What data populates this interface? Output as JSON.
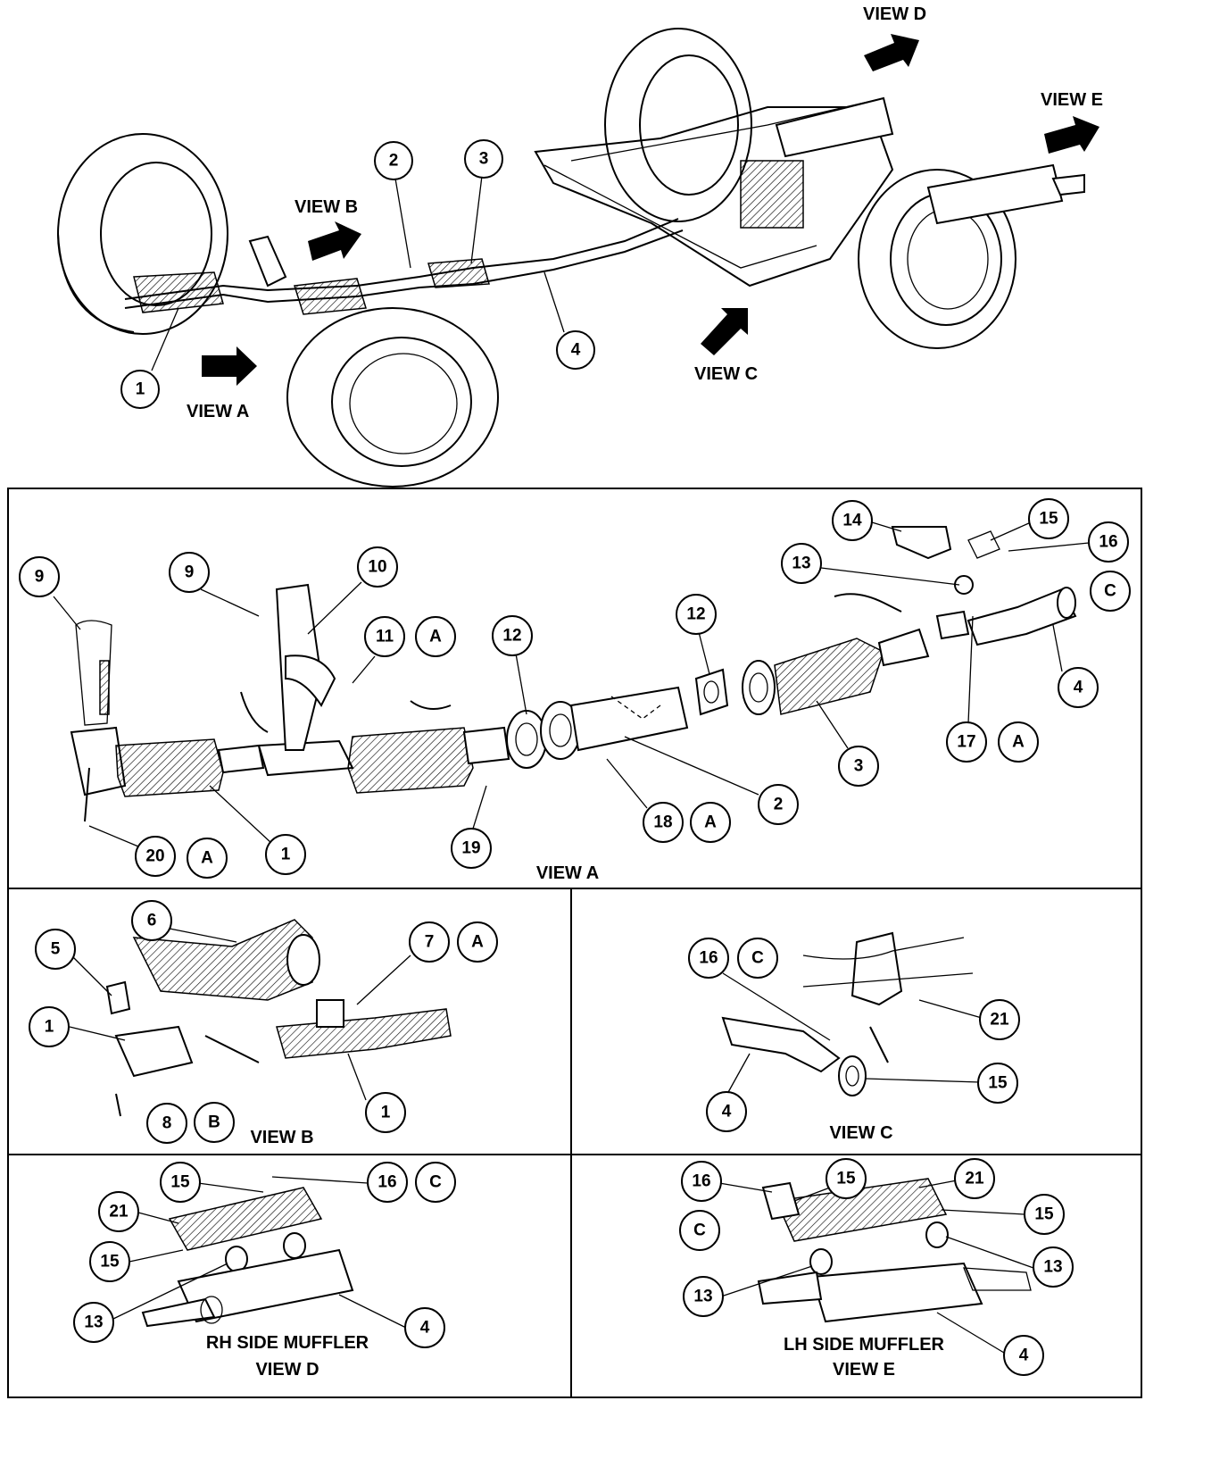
{
  "overview": {
    "view_labels": [
      "VIEW A",
      "VIEW B",
      "VIEW C",
      "VIEW D",
      "VIEW E"
    ],
    "callouts": [
      "1",
      "2",
      "3",
      "4"
    ]
  },
  "view_a": {
    "caption": "VIEW A",
    "callouts": [
      "9",
      "9",
      "10",
      "11",
      "12",
      "12",
      "14",
      "15",
      "16",
      "13",
      "C",
      "4",
      "17",
      "3",
      "2",
      "18",
      "19",
      "20",
      "1"
    ],
    "letters": [
      "A",
      "A",
      "A",
      "A"
    ]
  },
  "view_b": {
    "caption": "VIEW B",
    "callouts": [
      "6",
      "5",
      "7",
      "1",
      "8",
      "1"
    ],
    "letters": [
      "A",
      "B"
    ]
  },
  "view_c": {
    "caption": "VIEW C",
    "callouts": [
      "16",
      "21",
      "15",
      "4"
    ],
    "letters": [
      "C"
    ]
  },
  "view_d": {
    "caption_1": "RH SIDE MUFFLER",
    "caption_2": "VIEW D",
    "callouts": [
      "15",
      "16",
      "21",
      "15",
      "13",
      "4"
    ],
    "letters": [
      "C"
    ]
  },
  "view_e": {
    "caption_1": "LH SIDE MUFFLER",
    "caption_2": "VIEW E",
    "callouts": [
      "16",
      "15",
      "21",
      "15",
      "13",
      "13",
      "4"
    ],
    "letters": [
      "C"
    ]
  }
}
